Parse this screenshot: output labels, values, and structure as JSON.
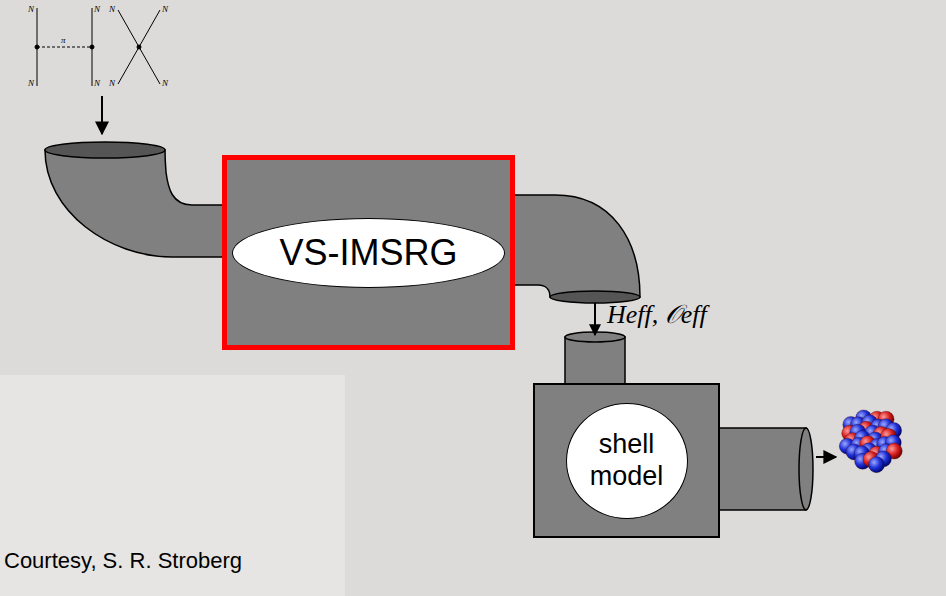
{
  "diagram": {
    "nodes": [
      {
        "text": [
          "VS-IMSRG"
        ]
      },
      {
        "text": [
          "shell model"
        ]
      }
    ],
    "edges": [
      {
        "from": 0,
        "to": 1,
        "arrow": "to",
        "label": "Heff, 𝒪eff"
      }
    ],
    "labels": [
      "N",
      "N",
      "N",
      "N",
      "π",
      "N",
      "N",
      "N",
      "N",
      "Courtesy, S. R. Stroberg"
    ]
  }
}
